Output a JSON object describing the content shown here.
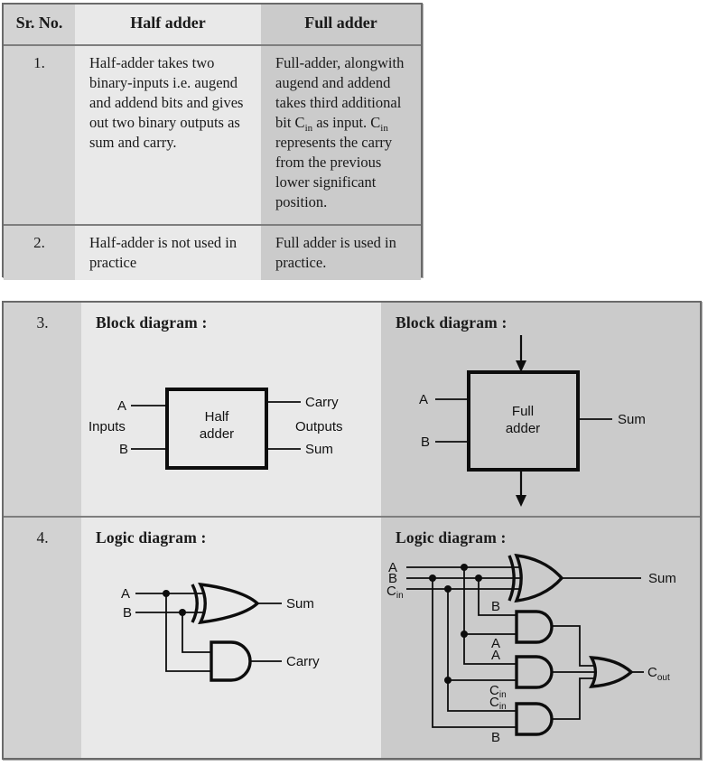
{
  "colors": {
    "page_bg": "#ffffff",
    "number_column_bg": "#d3d3d3",
    "half_adder_column_bg": "#e9e9e9",
    "full_adder_column_bg": "#cbcbcb",
    "table_border": "#6a6a6a",
    "ink": "#111111"
  },
  "comparison_table": {
    "headers": {
      "sr_no": "Sr. No.",
      "half": "Half adder",
      "full": "Full adder"
    },
    "rows": [
      {
        "no": "1.",
        "half": "Half-adder takes two binary-inputs i.e. augend and addend bits and gives out two binary outputs as sum and carry.",
        "full_parts": [
          "Full-adder, alongwith augend and addend takes third additional bit C",
          "in",
          " as input. C",
          "in",
          " represents the carry from the previous lower significant position."
        ]
      },
      {
        "no": "2.",
        "half": "Half-adder is not used in practice",
        "full": "Full adder is used in practice."
      }
    ]
  },
  "diagram_table": {
    "row3": {
      "no": "3.",
      "half_title": "Block diagram :",
      "full_title": "Block diagram :"
    },
    "row4": {
      "no": "4.",
      "half_title": "Logic diagram :",
      "full_title": "Logic diagram :"
    },
    "half_block": {
      "a": "A",
      "b": "B",
      "inputs": "Inputs",
      "box1": "Half",
      "box2": "adder",
      "carry": "Carry",
      "outputs": "Outputs",
      "sum": "Sum"
    },
    "full_block": {
      "a": "A",
      "b": "B",
      "box1": "Full",
      "box2": "adder",
      "sum": "Sum"
    },
    "half_logic": {
      "a": "A",
      "b": "B",
      "sum": "Sum",
      "carry": "Carry"
    },
    "full_logic": {
      "a": "A",
      "b": "B",
      "cin_c": "C",
      "cin_sub": "in",
      "g1_top": "B",
      "g1_bot": "A",
      "g2_top": "A",
      "g2_bot_c": "C",
      "g2_bot_sub": "in",
      "g3_top_c": "C",
      "g3_top_sub": "in",
      "g3_bot": "B",
      "sum": "Sum",
      "cout_c": "C",
      "cout_sub": "out"
    }
  }
}
